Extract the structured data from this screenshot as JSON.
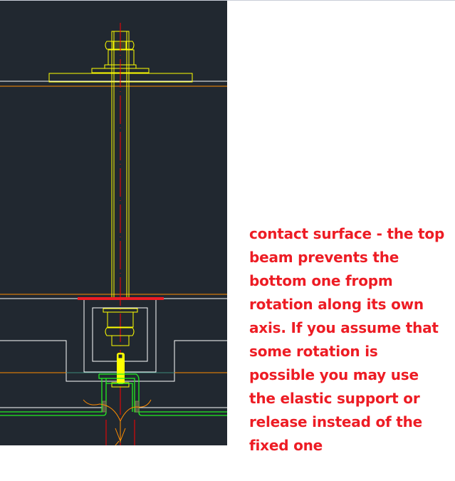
{
  "annotation": {
    "text": "contact surface - the top\nbeam prevents the\nbottom one fropm\nrotation along its own\naxis. If you assume that\nsome rotation is\npossible you may use\nthe elastic support or\nrelease instead of the\nfixed one",
    "color": "#ed1c24"
  },
  "drawing": {
    "background": "#212830",
    "colors": {
      "bolt": "#ffff00",
      "centerline": "#ff0000",
      "contact_surface": "#ed1c24",
      "beam_outline": "#ffffff",
      "beam_axis": "#ff8c00",
      "bracket": "#22ee22",
      "weld_symbol": "#ff8c00",
      "hatch": "#8a8a5a",
      "teal_line": "#3d8a7a"
    },
    "parts": [
      "top-nut",
      "top-washer-plate",
      "threaded-rod",
      "contact-surface",
      "bottom-nut",
      "screw",
      "u-bracket",
      "top-beam",
      "bottom-beam"
    ]
  }
}
